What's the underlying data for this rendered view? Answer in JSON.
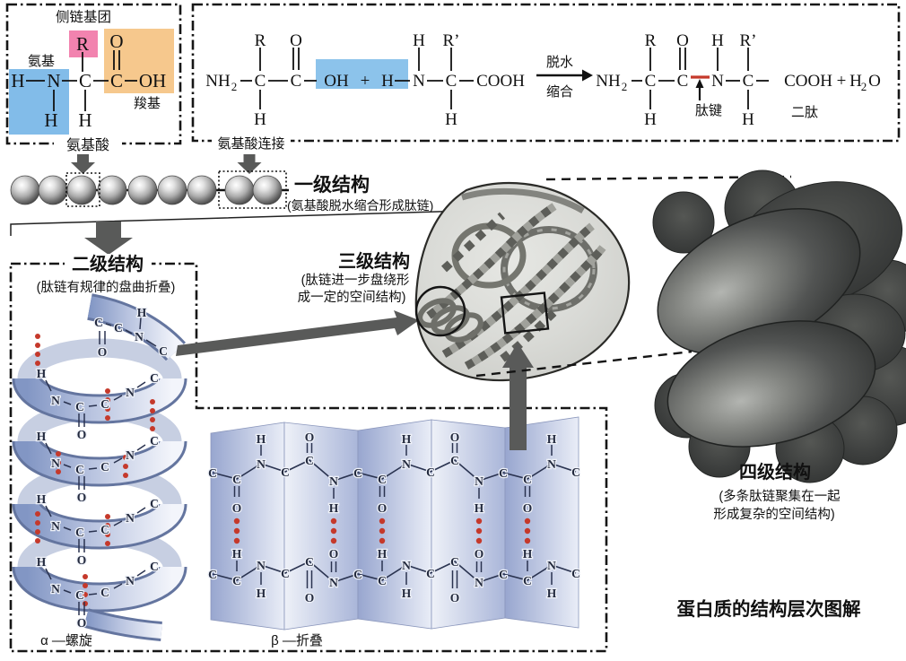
{
  "sym": {
    "H": "H",
    "C": "C",
    "N": "N",
    "O": "O",
    "R": "R",
    "R_prime": "R’",
    "OH": "OH",
    "COOH": "COOH",
    "NH": "NH",
    "sub2": "2",
    "plus": "+"
  },
  "amino_acid_box": {
    "side_chain": "侧链基团",
    "amino": "氨基",
    "carboxyl": "羧基",
    "caption": "氨基酸"
  },
  "linkage_box": {
    "caption": "氨基酸连接",
    "dehydrate": "脱水",
    "condense": "缩合",
    "peptide_bond": "肽键",
    "dipeptide": "二肽"
  },
  "levels": {
    "primary": {
      "title": "一级结构",
      "desc": "(氨基酸脱水缩合形成肽链)"
    },
    "secondary": {
      "title": "二级结构",
      "desc": "(肽链有规律的盘曲折叠)",
      "alpha_label": "α —螺旋",
      "beta_label": "β —折叠"
    },
    "tertiary": {
      "title": "三级结构",
      "desc_line1": "(肽链进一步盘绕形",
      "desc_line2": "成一定的空间结构)"
    },
    "quaternary": {
      "title": "四级结构",
      "desc_line1": "(多条肽链聚集在一起",
      "desc_line2": "形成复杂的空间结构)"
    }
  },
  "caption": "蛋白质的结构层次图解",
  "colors": {
    "pink": "#F283AF",
    "orange": "#F6C88D",
    "blue": "#82BCE9",
    "highlight_blue": "#8CC3EB",
    "red": "#C5392B",
    "arrow_gray": "#595A59"
  }
}
